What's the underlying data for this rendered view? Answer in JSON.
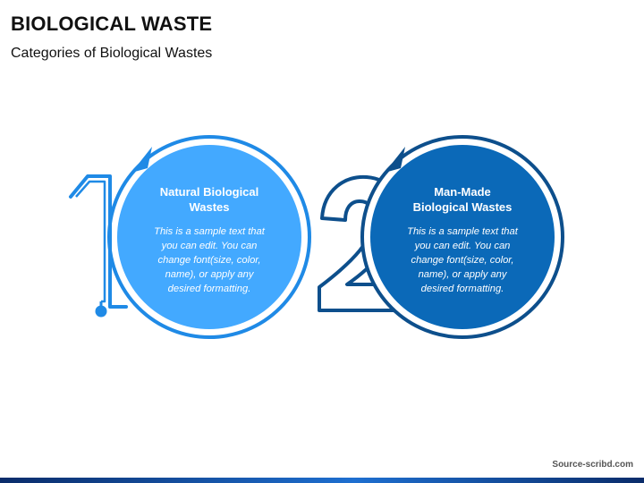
{
  "header": {
    "title": "BIOLOGICAL WASTE",
    "subtitle": "Categories of Biological Wastes"
  },
  "items": [
    {
      "number": "1",
      "title_line1": "Natural Biological",
      "title_line2": "Wastes",
      "body_lines": [
        "This is a sample text that",
        "you can edit. You can",
        "change font(size, color,",
        "name), or apply any",
        "desired formatting."
      ],
      "fill_color": "#43a9ff",
      "ring_color": "#1f8ae6"
    },
    {
      "number": "2",
      "title_line1": "Man-Made",
      "title_line2": "Biological Wastes",
      "body_lines": [
        "This is a sample text that",
        "you can edit. You can",
        "change font(size, color,",
        "name), or apply any",
        "desired formatting."
      ],
      "fill_color": "#0b69b8",
      "ring_color": "#0d4f8c"
    }
  ],
  "footer": {
    "source": "Source-scribd.com"
  },
  "icons": [
    "arrowhead-icon",
    "numeral-outline-1",
    "numeral-outline-2"
  ]
}
